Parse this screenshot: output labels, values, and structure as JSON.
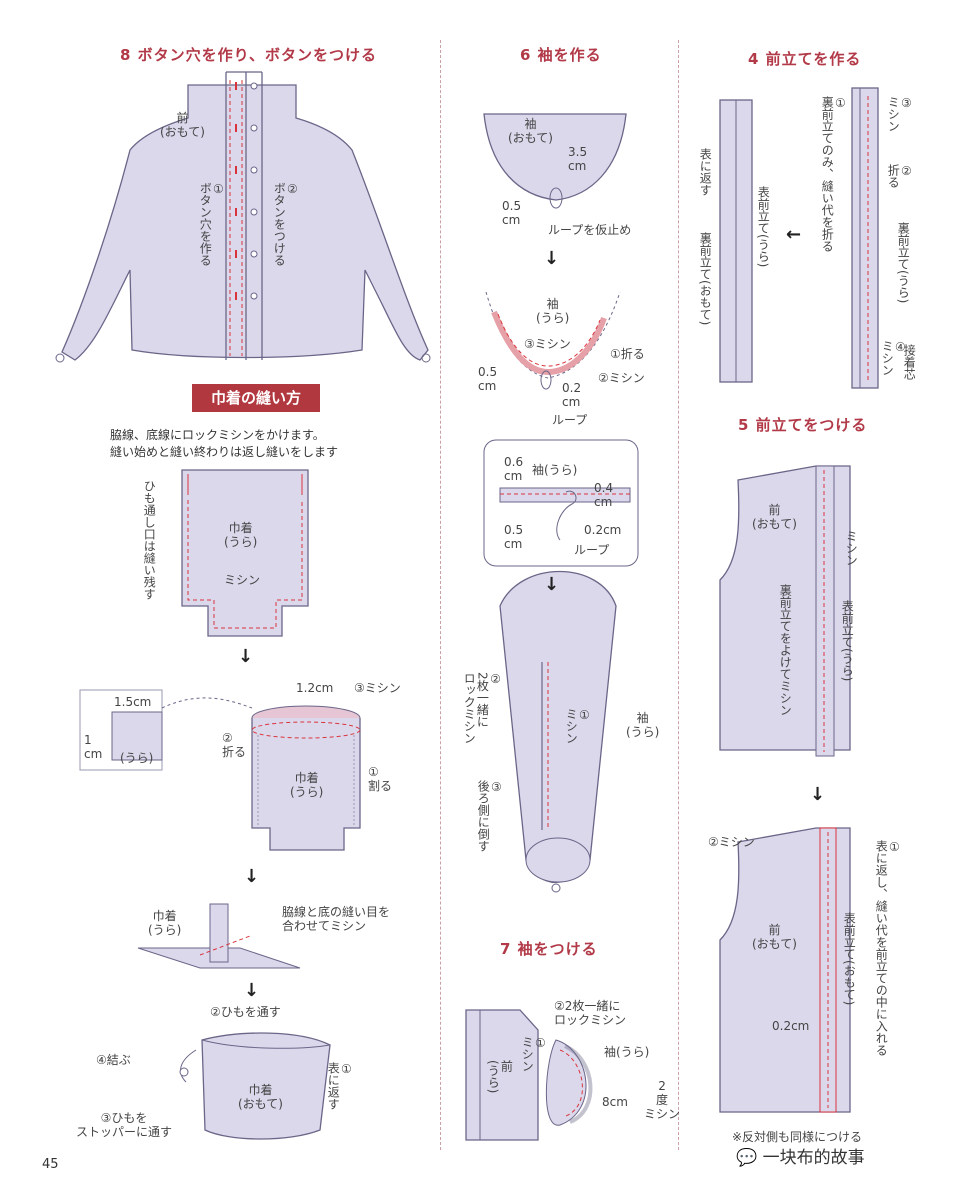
{
  "page": {
    "number": "45",
    "watermark": "一块布的故事",
    "note": "※反対側も同様につける"
  },
  "colors": {
    "fabric": "#dcd8ec",
    "accent": "#b2383f",
    "stitch": "#d9343b"
  },
  "step8": {
    "title": "8 ボタン穴を作り、ボタンをつける",
    "front_label": "前\n(おもて)",
    "buttonhole": "①\nボタン穴を作る",
    "button": "②\nボタンをつける"
  },
  "purse": {
    "banner": "巾着の縫い方",
    "desc_line1": "脇線、底線にロックミシンをかけます。",
    "desc_line2": "縫い始めと縫い終わりは返し縫いをします",
    "hole_note": "ひも通し口は縫い残す",
    "purse_back": "巾着\n(うら)",
    "sewing": "ミシン",
    "d1_15": "1.5cm",
    "d1_1": "1\ncm",
    "d1_ura": "(うら)",
    "d1_12": "1.2cm",
    "d1_sew3": "③ミシン",
    "d1_fold2": "②\n折る",
    "d1_split1": "①\n割る",
    "d3_label": "巾着\n(うら)",
    "d3_note": "脇線と底の縫い目を\n合わせてミシン",
    "d4_string2": "②ひもを通す",
    "d4_tie4": "④結ぶ",
    "d4_stopper3": "③ひもを\nストッパーに通す",
    "d4_front": "巾着\n(おもて)",
    "d4_flip1": "①\n表に返す"
  },
  "step6": {
    "title": "6 袖を作る",
    "sleeve_front": "袖\n(おもて)",
    "d35": "3.5\ncm",
    "d05": "0.5\ncm",
    "loop_tack": "ループを仮止め",
    "sleeve_back": "袖\n(うら)",
    "sew3": "③ミシン",
    "fold1": "①折る",
    "sew2": "②ミシン",
    "d05b": "0.5\ncm",
    "d02": "0.2\ncm",
    "loop": "ループ",
    "z06": "0.6\ncm",
    "z_sleeve": "袖(うら)",
    "z04": "0.4\ncm",
    "z05": "0.5\ncm",
    "z02": "0.2cm",
    "z_loop": "ループ",
    "lock2": "②\n2枚一緒に\nロックミシン",
    "sew1": "①\nミシン",
    "back3": "③\n後ろ側に倒す",
    "sleeve_ura": "袖\n(うら)"
  },
  "step7": {
    "title": "7 袖をつける",
    "lock2": "②2枚一緒に\nロックミシン",
    "sleeve_ura": "袖(うら)",
    "sew1": "①\nミシン",
    "front_ura": "前\n(うら)",
    "d8": "8cm",
    "twice2": "2\n度\nミシン"
  },
  "step4": {
    "title": "4 前立てを作る",
    "flip": "表に返す",
    "front_placket_ura": "表前立て(うら)",
    "back_placket_omote": "裏前立て(おもて)",
    "step1": "①\n裏前立てのみ、縫い代を折る",
    "sew3": "③\nミシン",
    "fold2": "②\n折る",
    "back_placket_ura": "裏前立て(うら)",
    "interfacing4": "④\nミシン",
    "interfacing_lbl": "接着芯"
  },
  "step5": {
    "title": "5 前立てをつける",
    "front": "前\n(おもて)",
    "sewing": "ミシン",
    "sew_aside": "裏前立てをよけてミシン",
    "front_placket_ura": "表前立て(うら)",
    "sew2": "②ミシン",
    "flip1": "①\n表に返し、縫い代を前立ての中に入れる",
    "front_placket_omote": "表前立て(おもて)",
    "front2": "前\n(おもて)",
    "d02": "0.2cm"
  }
}
